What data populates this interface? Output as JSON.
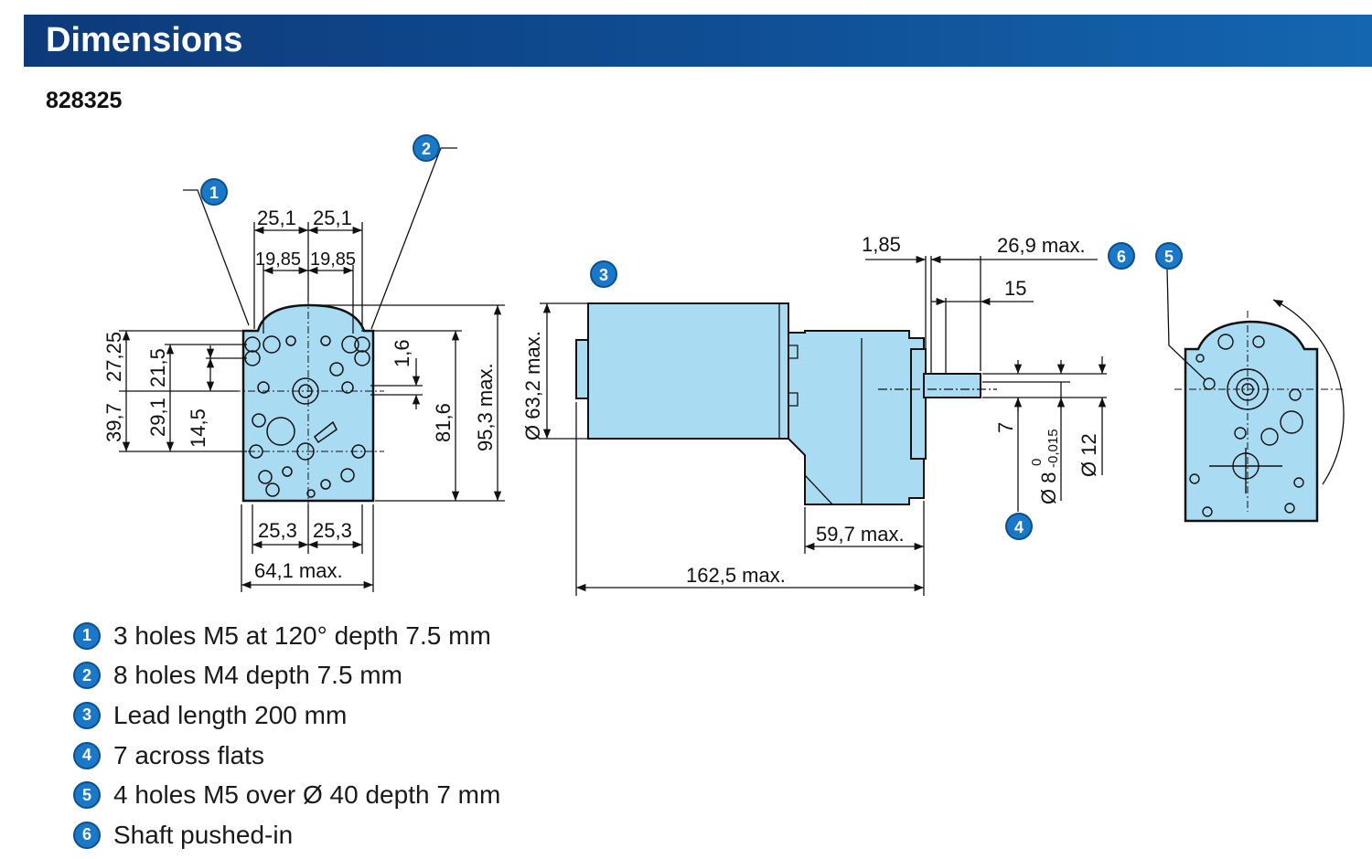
{
  "header": {
    "title": "Dimensions"
  },
  "reference": "828325",
  "callouts": [
    "1",
    "2",
    "3",
    "4",
    "5",
    "6"
  ],
  "dimensions": {
    "top_25_1_a": "25,1",
    "top_25_1_b": "25,1",
    "top_19_85_a": "19,85",
    "top_19_85_b": "19,85",
    "v_39_7": "39,7",
    "v_27_25": "27,25",
    "v_29_1": "29,1",
    "v_21_5": "21,5",
    "v_14_5": "14,5",
    "v_1_6": "1,6",
    "v_81_6": "81,6",
    "v_95_3": "95,3 max.",
    "bot_25_3_a": "25,3",
    "bot_25_3_b": "25,3",
    "bot_64_1": "64,1 max.",
    "dia_63_2": "Ø 63,2 max.",
    "d_1_85": "1,85",
    "d_26_9": "26,9 max.",
    "d_15": "15",
    "d_59_7": "59,7 max.",
    "d_162_5": "162,5 max.",
    "d_7": "7",
    "dia_8": "Ø 8",
    "dia_8_tol_upper": "0",
    "dia_8_tol_lower": "-0,015",
    "dia_12": "Ø 12"
  },
  "legend": [
    {
      "num": "1",
      "text": "3 holes M5 at 120° depth 7.5 mm"
    },
    {
      "num": "2",
      "text": "8 holes M4 depth 7.5 mm"
    },
    {
      "num": "3",
      "text": "Lead length 200 mm"
    },
    {
      "num": "4",
      "text": "7 across flats"
    },
    {
      "num": "5",
      "text": "4 holes M5 over Ø 40 depth 7 mm"
    },
    {
      "num": "6",
      "text": "Shaft pushed-in"
    }
  ],
  "colors": {
    "body_fill": "#a9dcf2",
    "badge": "#1a78c8",
    "header_start": "#0d3a7a",
    "header_end": "#1466b0"
  }
}
